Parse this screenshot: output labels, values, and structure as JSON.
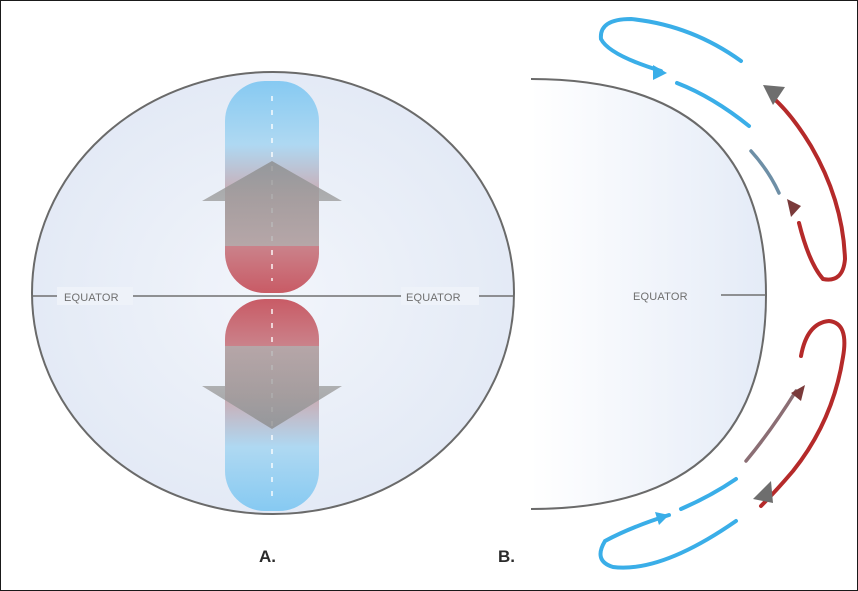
{
  "diagram": {
    "panel_a": {
      "label": "A.",
      "equator_left": "EQUATOR",
      "equator_right": "EQUATOR"
    },
    "panel_b": {
      "label": "B.",
      "equator": "EQUATOR"
    },
    "colors": {
      "cold": "#3aaee8",
      "warm": "#b52a2a",
      "neutral": "#6e6e6e",
      "globe_fill": "#e8eef8",
      "outline": "#6a6a6a"
    }
  }
}
